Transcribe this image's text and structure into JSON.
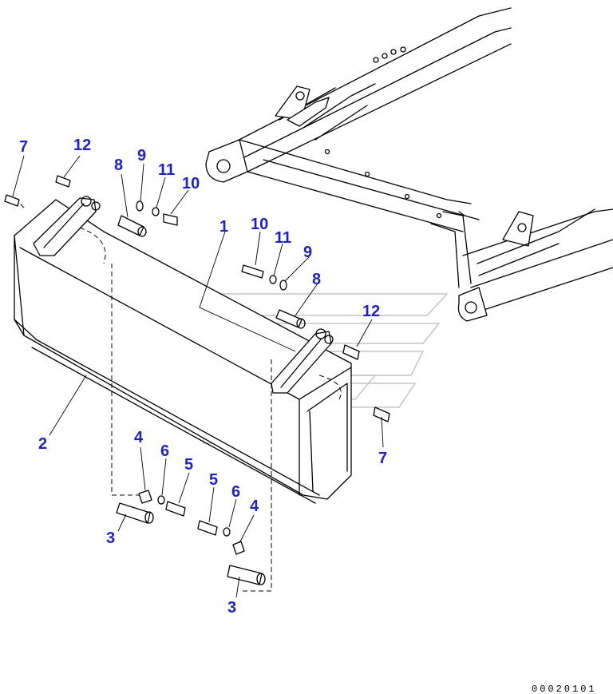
{
  "diagram": {
    "doc_number": "00020101",
    "callouts": [
      {
        "id": "c7a",
        "label": "7"
      },
      {
        "id": "c12a",
        "label": "12"
      },
      {
        "id": "c8a",
        "label": "8"
      },
      {
        "id": "c9a",
        "label": "9"
      },
      {
        "id": "c11a",
        "label": "11"
      },
      {
        "id": "c10a",
        "label": "10"
      },
      {
        "id": "c1",
        "label": "1"
      },
      {
        "id": "c10b",
        "label": "10"
      },
      {
        "id": "c11b",
        "label": "11"
      },
      {
        "id": "c9b",
        "label": "9"
      },
      {
        "id": "c8b",
        "label": "8"
      },
      {
        "id": "c12b",
        "label": "12"
      },
      {
        "id": "c7b",
        "label": "7"
      },
      {
        "id": "c2",
        "label": "2"
      },
      {
        "id": "c4a",
        "label": "4"
      },
      {
        "id": "c6a",
        "label": "6"
      },
      {
        "id": "c5a",
        "label": "5"
      },
      {
        "id": "c5b",
        "label": "5"
      },
      {
        "id": "c6b",
        "label": "6"
      },
      {
        "id": "c4b",
        "label": "4"
      },
      {
        "id": "c3a",
        "label": "3"
      },
      {
        "id": "c3b",
        "label": "3"
      }
    ]
  }
}
